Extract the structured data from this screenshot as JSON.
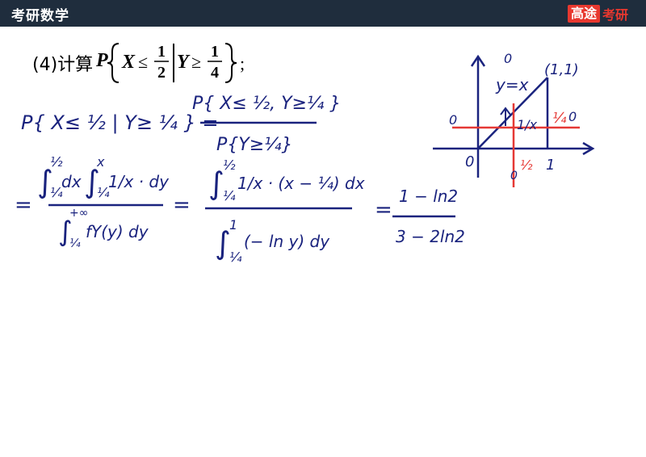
{
  "header": {
    "title": "考研数学",
    "brand_box": "高途",
    "brand_text": "考研"
  },
  "problem": {
    "label": "(4)计算",
    "P": "P",
    "X": "X",
    "le": "≤",
    "half_num": "1",
    "half_den": "2",
    "Y": "Y",
    "ge": "≥",
    "quarter_num": "1",
    "quarter_den": "4",
    "semicolon": ";"
  },
  "work": {
    "lhs": "P{ X≤ ½ | Y≥ ¼ } =",
    "frac1_num": "P{ X≤ ½, Y≥¼ }",
    "frac1_den": "P{Y≥¼}",
    "eq2": "=",
    "int_num_a": "∫",
    "int_num_a_upper": "½",
    "int_num_a_lower": "¼",
    "int_num_a_dx": "dx",
    "int_num_b_upper": "x",
    "int_num_b_lower": "¼",
    "int_num_b_body": "1/x · dy",
    "int_den_upper": "+∞",
    "int_den_lower": "¼",
    "int_den_body": "fY(y) dy",
    "eq3": "=",
    "int2_num_upper": "½",
    "int2_num_lower": "¼",
    "int2_num_body": "1/x · (x − ¼) dx",
    "int2_den_upper": "1",
    "int2_den_lower": "¼",
    "int2_den_body": "(− ln y) dy",
    "eq4": "=",
    "result_num": "1 − ln2",
    "result_den": "3 − 2ln2"
  },
  "graph": {
    "label_y_eq_x": "y=x",
    "label_point": "(1,1)",
    "label_o_top": "0",
    "label_o_left": "0",
    "label_o_right": "0",
    "label_o_bottom": "0",
    "label_origin": "0",
    "label_x_one": "1",
    "label_x_half": "½",
    "label_quarter": "¼",
    "label_density": "1/x"
  },
  "colors": {
    "ink_blue": "#1a237e",
    "ink_red": "#e53935",
    "header_bg": "#1f2d3d",
    "brand_red": "#e8382f"
  }
}
